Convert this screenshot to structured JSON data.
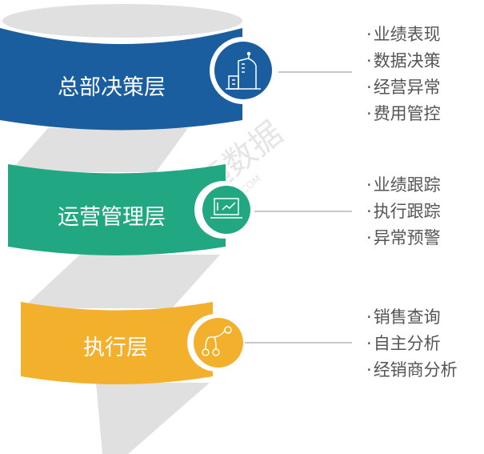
{
  "watermark": {
    "text": "观远数据",
    "sub": "GUANDATA.COM"
  },
  "bullet": "·",
  "layers": [
    {
      "label": "总部决策层",
      "icon": "building-icon",
      "color": "#1a5e9f",
      "items": [
        "业绩表现",
        "数据决策",
        "经营异常",
        "费用管控"
      ]
    },
    {
      "label": "运营管理层",
      "icon": "laptop-chart-icon",
      "color": "#22a783",
      "items": [
        "业绩跟踪",
        "执行跟踪",
        "异常预警"
      ]
    },
    {
      "label": "执行层",
      "icon": "flow-branch-icon",
      "color": "#f3b02c",
      "items": [
        "销售查询",
        "自主分析",
        "经销商分析"
      ]
    }
  ]
}
